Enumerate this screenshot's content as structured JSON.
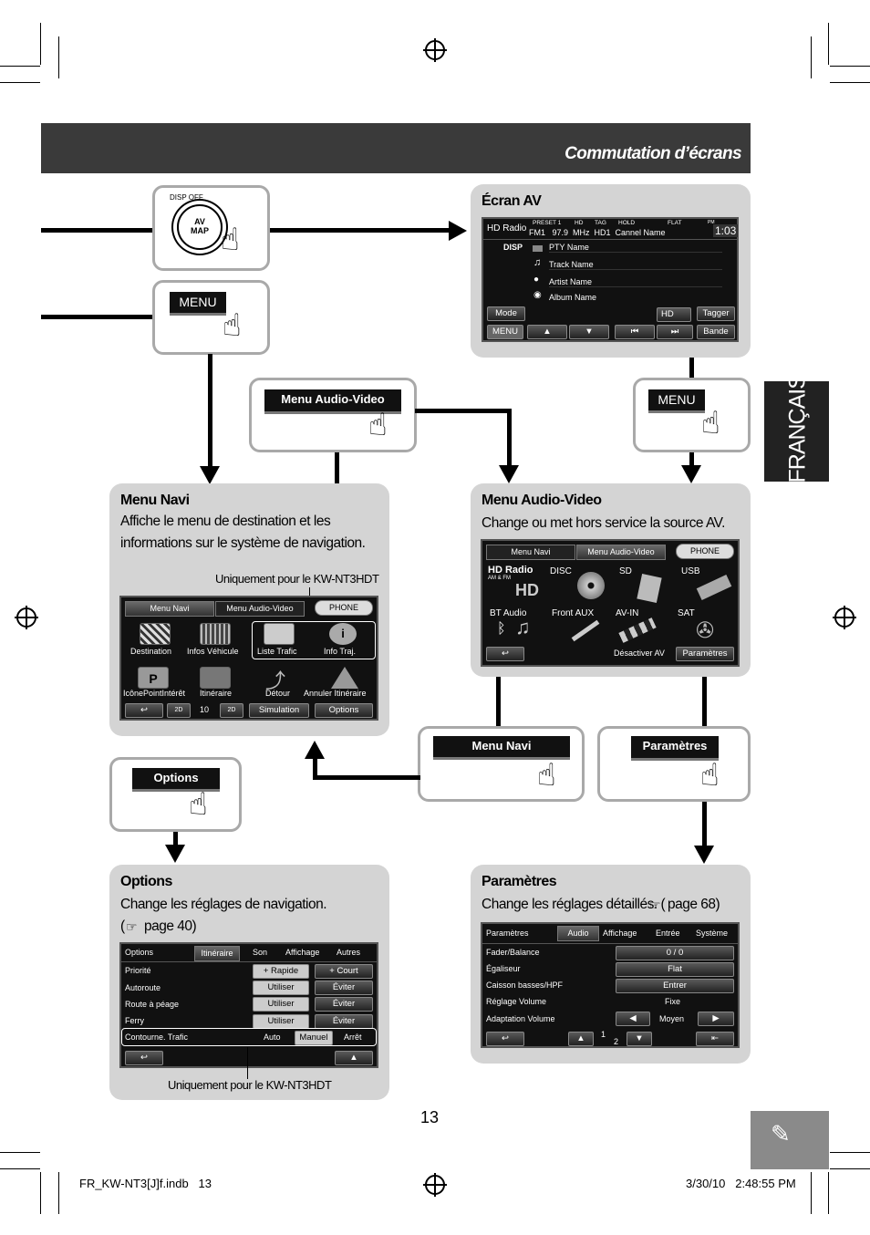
{
  "header": {
    "title": "Commutation d’écrans"
  },
  "side_tab": {
    "label": "FRANÇAIS"
  },
  "buttons": {
    "disp_off": "DISP OFF",
    "av_map": "AV\nMAP",
    "menu": "MENU",
    "menu_audio_video": "Menu Audio-Video",
    "menu_navi": "Menu Navi",
    "parametres": "Paramètres",
    "options": "Options"
  },
  "ecran_av": {
    "title": "Écran AV",
    "hd_radio": "HD Radio",
    "preset": "PRESET 1",
    "hd": "HD",
    "tag": "TAG",
    "hold": "HOLD",
    "flat": "FLAT",
    "freq_line": "FM1   97.9  MHz  HD1  Cannel Name",
    "clock": "1:03",
    "clock_ampm": "PM",
    "disp": "DISP",
    "items": [
      "PTY Name",
      "Track Name",
      "Artist Name",
      "Album Name"
    ],
    "mode": "Mode",
    "menu": "MENU",
    "hd_btn": "HD",
    "tagger": "Tagger",
    "bande": "Bande"
  },
  "menu_navi": {
    "title": "Menu Navi",
    "desc1": "Affiche le menu de destination et les",
    "desc2": "informations sur le système de navigation.",
    "note": "Uniquement pour le KW-NT3HDT",
    "tab1": "Menu Navi",
    "tab2": "Menu Audio-Video",
    "phone": "PHONE",
    "items": [
      "Destination",
      "Infos Véhicule",
      "Liste Trafic",
      "Info Traj.",
      "IcônePointIntérêt",
      "Itinéraire",
      "Détour",
      "Annuler Itinéraire"
    ],
    "zoom": "10",
    "simulation": "Simulation",
    "options": "Options"
  },
  "menu_av": {
    "title": "Menu Audio-Video",
    "desc": "Change ou met hors service la source AV.",
    "tab1": "Menu Navi",
    "tab2": "Menu Audio-Video",
    "phone": "PHONE",
    "sources": [
      "HD Radio",
      "DISC",
      "SD",
      "USB",
      "BT Audio",
      "Front AUX",
      "AV-IN",
      "SAT"
    ],
    "hd_sub": "AM & FM",
    "desactiver": "Désactiver AV",
    "parametres": "Paramètres"
  },
  "options": {
    "title": "Options",
    "desc1": "Change les réglages de navigation.",
    "desc2_prefix": "(",
    "desc2_page": "page 40)",
    "note": "Uniquement pour le KW-NT3HDT",
    "tabs": [
      "Options",
      "Itinéraire",
      "Son",
      "Affichage",
      "Autres"
    ],
    "rows": [
      {
        "label": "Priorité",
        "a": "+ Rapide",
        "b": "+ Court"
      },
      {
        "label": "Autoroute",
        "a": "Utiliser",
        "b": "Éviter"
      },
      {
        "label": "Route à péage",
        "a": "Utiliser",
        "b": "Éviter"
      },
      {
        "label": "Ferry",
        "a": "Utiliser",
        "b": "Éviter"
      }
    ],
    "contour": {
      "label": "Contourne. Trafic",
      "a": "Auto",
      "b": "Manuel",
      "c": "Arrêt"
    }
  },
  "parametres": {
    "title": "Paramètres",
    "desc_prefix": "Change les réglages détaillés. (",
    "desc_page": "page 68)",
    "tabs": [
      "Paramètres",
      "Audio",
      "Affichage",
      "Entrée",
      "Système"
    ],
    "rows": [
      {
        "label": "Fader/Balance",
        "value": "0 / 0"
      },
      {
        "label": "Égaliseur",
        "value": "Flat"
      },
      {
        "label": "Caisson basses/HPF",
        "value": "Entrer"
      },
      {
        "label": "Réglage Volume",
        "value": "Fixe"
      },
      {
        "label": "Adaptation Volume",
        "value": "Moyen"
      }
    ],
    "page_num": "1",
    "page_den": "2"
  },
  "page_number": "13",
  "footer": {
    "left": "FR_KW-NT3[J]f.indb   13",
    "right": "3/30/10   2:48:55 PM"
  }
}
